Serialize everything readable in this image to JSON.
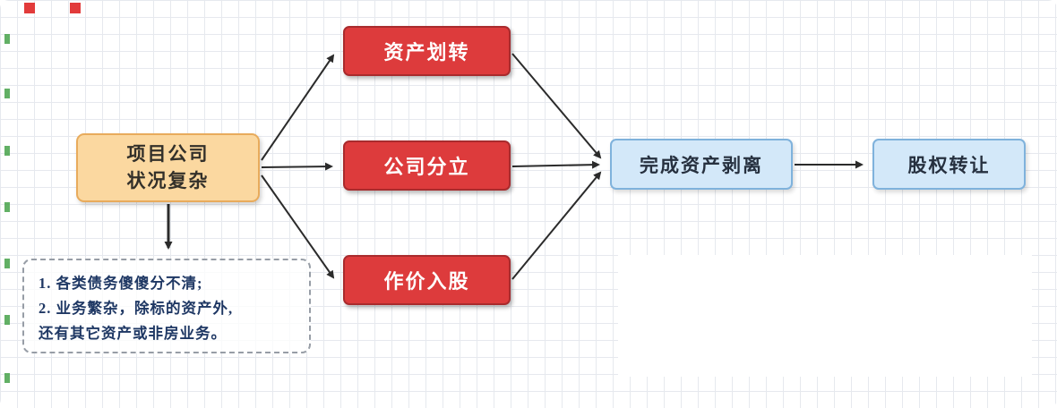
{
  "diagram": {
    "nodes": {
      "source": {
        "line1": "项目公司",
        "line2": "状况复杂"
      },
      "option1": {
        "label": "资产划转"
      },
      "option2": {
        "label": "公司分立"
      },
      "option3": {
        "label": "作价入股"
      },
      "result": {
        "label": "完成资产剥离"
      },
      "final": {
        "label": "股权转让"
      }
    },
    "note": {
      "line1": "1. 各类债务傻傻分不清;",
      "line2": "2. 业务繁杂，除标的资产外,",
      "line3": "还有其它资产或非房业务。"
    },
    "colors": {
      "red_fill": "#dd3b3c",
      "red_border": "#a92b2d",
      "orange_fill": "#fbd8a0",
      "orange_border": "#e8ab5c",
      "blue_fill": "#d3e8f9",
      "blue_border": "#7fb2dc",
      "note_text": "#1f3864",
      "arrow": "#2b2b2b",
      "grid_line": "#e6e9ee"
    }
  }
}
